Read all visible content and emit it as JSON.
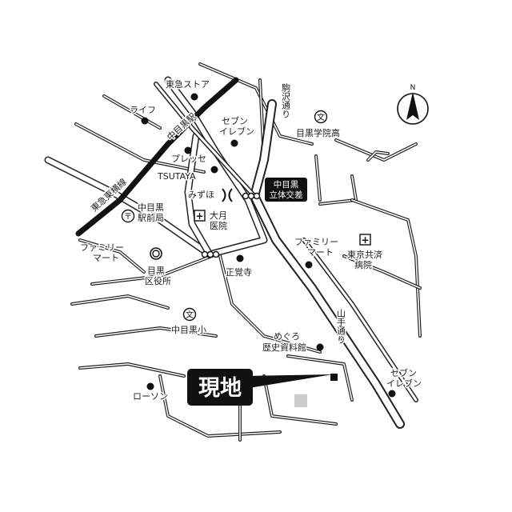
{
  "compass": {
    "label": "N"
  },
  "current_location": {
    "label": "現地"
  },
  "intersection": {
    "line1": "中目黒",
    "line2": "立体交差"
  },
  "railway": {
    "station": "中目黒駅",
    "line": "東急東横線"
  },
  "streets": {
    "komazawa": "駒沢通り",
    "yamate": "山手通り"
  },
  "landmarks": {
    "tokyu_store": "東急ストア",
    "life": "ライフ",
    "seven_top_l1": "セブン",
    "seven_top_l2": "イレブン",
    "meguro_gakuin": "目黒学院高",
    "plessey": "プレッセ",
    "tsutaya": "TSUTAYA",
    "mizuho": "みずほ",
    "post_l1": "中目黒",
    "post_l2": "駅前局",
    "otsuki_l1": "大月",
    "otsuki_l2": "医院",
    "family_left_l1": "ファミリー",
    "family_left_l2": "マート",
    "ward_l1": "目黒",
    "ward_l2": "区役所",
    "shokakuji": "正覚寺",
    "family_right_l1": "ファミリー",
    "family_right_l2": "マート",
    "kyosai_l1": "東京共済",
    "kyosai_l2": "病院",
    "nakameguro_elem": "中目黒小",
    "museum_l1": "めぐろ",
    "museum_l2": "歴史資料館",
    "seven_right_l1": "セブン",
    "seven_right_l2": "イレブン",
    "lawson": "ローソン"
  },
  "icons": {
    "school": "文",
    "post": "〒",
    "hospital": "+"
  },
  "colors": {
    "ink": "#222222",
    "paper": "#ffffff",
    "block": "#cccccc"
  }
}
